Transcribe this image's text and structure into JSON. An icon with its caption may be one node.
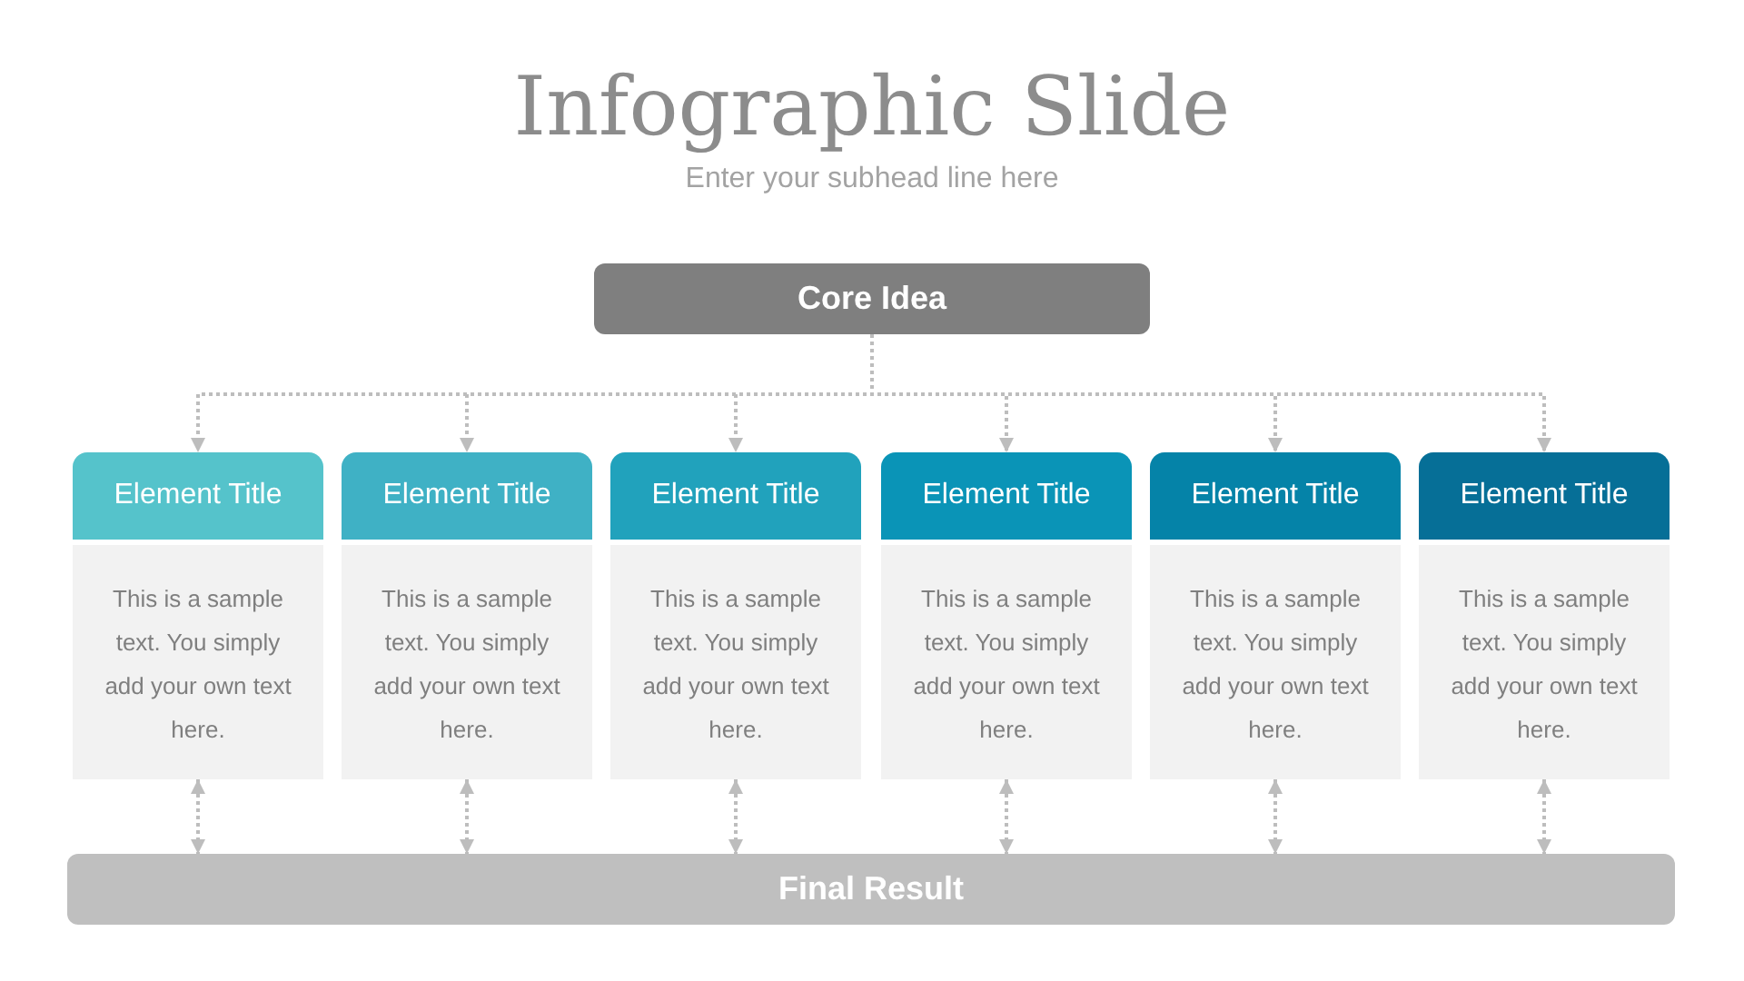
{
  "diagram": {
    "title": "Infographic Slide",
    "nodes": [
      {
        "text": [
          "Core Idea"
        ]
      },
      {
        "text": [
          "Element Title",
          "This is a sample text. You simply add your own text here."
        ]
      },
      {
        "text": [
          "Element Title",
          "This is a sample text. You simply add your own text here."
        ]
      },
      {
        "text": [
          "Element Title",
          "This is a sample text. You simply add your own text here."
        ]
      },
      {
        "text": [
          "Element Title",
          "This is a sample text. You simply add your own text here."
        ]
      },
      {
        "text": [
          "Element Title",
          "This is a sample text. You simply add your own text here."
        ]
      },
      {
        "text": [
          "Element Title",
          "This is a sample text. You simply add your own text here."
        ]
      },
      {
        "text": [
          "Final Result"
        ]
      }
    ],
    "edges": [
      {
        "from": 0,
        "to": 1,
        "arrow": "to",
        "style": "dashed"
      },
      {
        "from": 0,
        "to": 2,
        "arrow": "to",
        "style": "dashed"
      },
      {
        "from": 0,
        "to": 3,
        "arrow": "to",
        "style": "dashed"
      },
      {
        "from": 0,
        "to": 4,
        "arrow": "to",
        "style": "dashed"
      },
      {
        "from": 0,
        "to": 5,
        "arrow": "to",
        "style": "dashed"
      },
      {
        "from": 0,
        "to": 6,
        "arrow": "to",
        "style": "dashed"
      },
      {
        "from": 1,
        "to": 7,
        "arrow": "both",
        "style": "dashed"
      },
      {
        "from": 2,
        "to": 7,
        "arrow": "both",
        "style": "dashed"
      },
      {
        "from": 3,
        "to": 7,
        "arrow": "both",
        "style": "dashed"
      },
      {
        "from": 4,
        "to": 7,
        "arrow": "both",
        "style": "dashed"
      },
      {
        "from": 5,
        "to": 7,
        "arrow": "both",
        "style": "dashed"
      },
      {
        "from": 6,
        "to": 7,
        "arrow": "both",
        "style": "dashed"
      }
    ],
    "labels": [
      "Enter your subhead line here"
    ]
  }
}
